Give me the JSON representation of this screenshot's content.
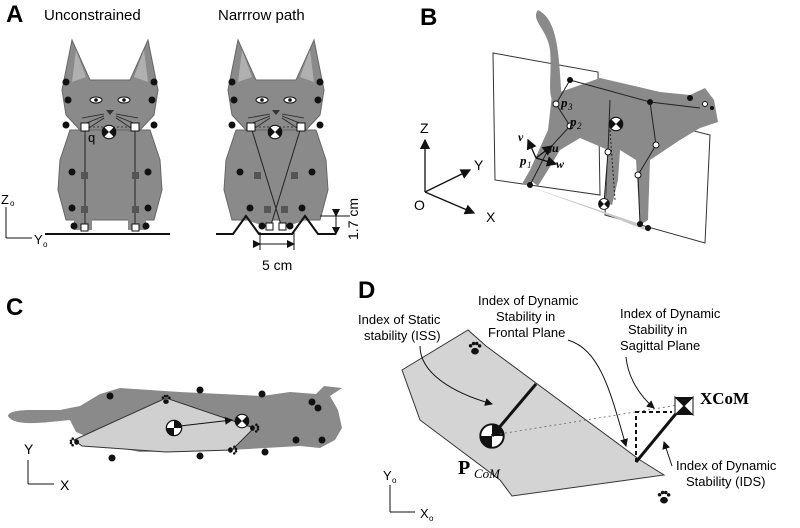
{
  "panels": {
    "a": {
      "letter": "A",
      "left_title": "Unconstrained",
      "right_title": "Narrrow path",
      "q_label": "q",
      "z_axis": "Z",
      "y_axis": "Y",
      "axis_sub": "o",
      "height_label": "1.7 cm",
      "width_label": "5 cm"
    },
    "b": {
      "letter": "B",
      "z": "Z",
      "y": "Y",
      "x": "X",
      "origin": "O",
      "p3": "p",
      "p3_sub": "3",
      "p2": "p",
      "p2_sub": "2",
      "p1": "p",
      "p1_sub": "1",
      "v": "v",
      "u": "u",
      "w": "w"
    },
    "c": {
      "letter": "C",
      "y_axis": "Y",
      "x_axis": "X"
    },
    "d": {
      "letter": "D",
      "iss": [
        "Index of Static",
        "stability (ISS)"
      ],
      "frontal": [
        "Index of Dynamic",
        "Stability in",
        "Frontal Plane"
      ],
      "sagittal": [
        "Index of Dynamic",
        "Stability in",
        "Sagittal Plane"
      ],
      "xcom": "XCoM",
      "pcom_main": "P",
      "pcom_sub": "CoM",
      "ids": [
        "Index of Dynamic",
        "Stability (IDS)"
      ],
      "y_axis": "Y",
      "x_axis": "X",
      "axis_sub": "o"
    }
  },
  "colors": {
    "cat_fill": "#8a8a8a",
    "cat_dark": "#555555",
    "polygon_fill": "#d4d4d4",
    "marker": "#111111"
  }
}
